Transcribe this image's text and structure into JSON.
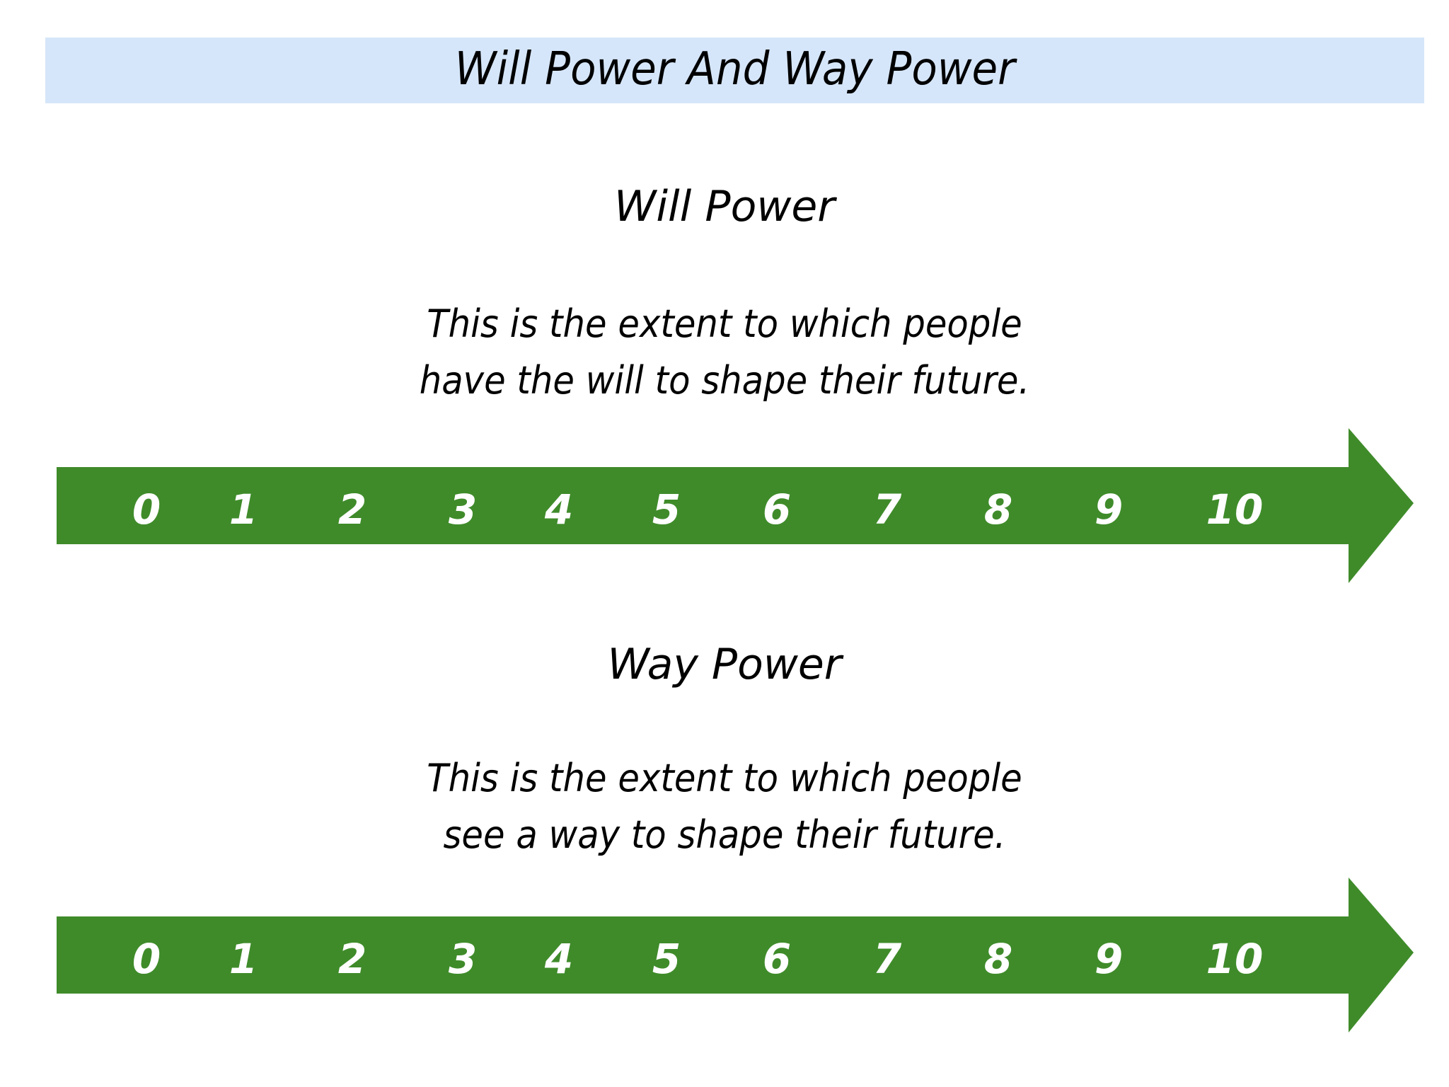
{
  "title": "Will Power And Way Power",
  "colors": {
    "title_band": "#d6e6fa",
    "arrow": "#3f8b2a",
    "text": "#000000",
    "tick_text": "#ffffff"
  },
  "sections": [
    {
      "heading": "Will Power",
      "description": {
        "line1": "This is the extent to which people",
        "line2": "have the will to shape their future."
      },
      "scale": {
        "icon": "arrow-right-icon",
        "ticks": [
          "0",
          "1",
          "2",
          "3",
          "4",
          "5",
          "6",
          "7",
          "8",
          "9",
          "10"
        ]
      }
    },
    {
      "heading": "Way Power",
      "description": {
        "line1": "This is the extent to which people",
        "line2": "see a way to shape their future."
      },
      "scale": {
        "icon": "arrow-right-icon",
        "ticks": [
          "0",
          "1",
          "2",
          "3",
          "4",
          "5",
          "6",
          "7",
          "8",
          "9",
          "10"
        ]
      }
    }
  ]
}
